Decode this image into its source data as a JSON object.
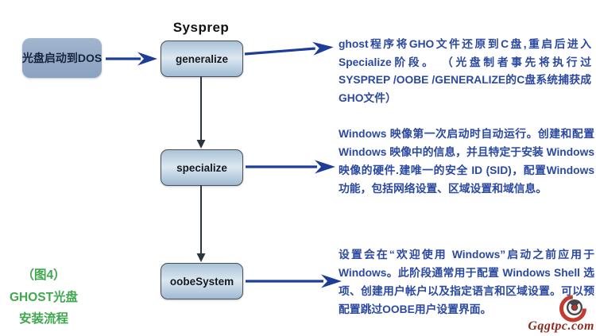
{
  "diagram": {
    "title": "Sysprep",
    "start": {
      "label": "光盘启动到DOS"
    },
    "stages": [
      {
        "label": "generalize",
        "desc": "ghost程序将GHO文件还原到C盘,重启后进入Specialize阶段。 （光盘制者事先将执行过SYSPREP /OOBE /GENERALIZE的C盘系统捕获成GHO文件）"
      },
      {
        "label": "specialize",
        "desc": "Windows 映像第一次启动时自动运行。创建和配置 Windows 映像中的信息，并且特定于安装 Windows 映像的硬件.建唯一的安全 ID (SID)，配置Windows 功能，包括网络设置、区域设置和域信息。"
      },
      {
        "label": "oobeSystem",
        "desc": "设置会在“欢迎使用 Windows”启动之前应用于 Windows。此阶段通常用于配置 Windows Shell 选项、创建用户帐户以及指定语言和区域设置。可以预配置跳过OOBE用户设置界面。"
      }
    ],
    "caption": {
      "lines": [
        "（图4）",
        "GHOST光盘",
        "安装流程"
      ]
    },
    "watermark": {
      "site": "Gqgtpc.com",
      "logo_icon": "target-g-logo"
    },
    "colors": {
      "arrow_blue": "#1d3d99",
      "connector_dark": "#2c3440",
      "text_blue": "#2b49a0",
      "caption_green": "#3fa84e",
      "node_fill_top": "#aac2d6",
      "node_fill_mid": "#dce8f1",
      "node_fill_bottom": "#9fbad3",
      "node_border": "#4a4f57",
      "start_node_fill": "#93a9c6",
      "watermark_red": "#8d2a22",
      "logo_ring_red": "#c23b2e"
    }
  }
}
